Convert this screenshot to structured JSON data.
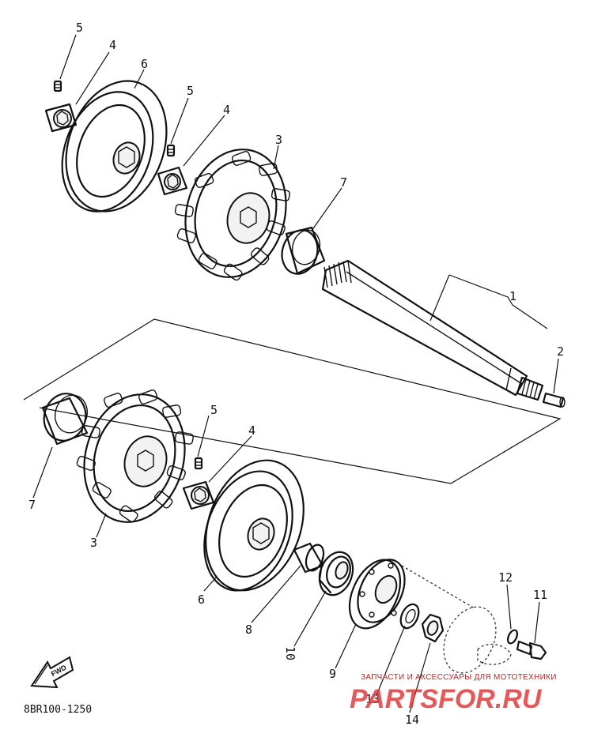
{
  "callouts": [
    {
      "id": "c-5a",
      "text": "5"
    },
    {
      "id": "c-4a",
      "text": "4"
    },
    {
      "id": "c-6a",
      "text": "6"
    },
    {
      "id": "c-5b",
      "text": "5"
    },
    {
      "id": "c-4b",
      "text": "4"
    },
    {
      "id": "c-3a",
      "text": "3"
    },
    {
      "id": "c-7a",
      "text": "7"
    },
    {
      "id": "c-1",
      "text": "1"
    },
    {
      "id": "c-2",
      "text": "2"
    },
    {
      "id": "c-5c",
      "text": "5"
    },
    {
      "id": "c-4c",
      "text": "4"
    },
    {
      "id": "c-7b",
      "text": "7"
    },
    {
      "id": "c-3b",
      "text": "3"
    },
    {
      "id": "c-6b",
      "text": "6"
    },
    {
      "id": "c-8",
      "text": "8"
    },
    {
      "id": "c-10",
      "text": "10"
    },
    {
      "id": "c-9",
      "text": "9"
    },
    {
      "id": "c-12",
      "text": "12"
    },
    {
      "id": "c-11",
      "text": "11"
    },
    {
      "id": "c-13",
      "text": "13"
    },
    {
      "id": "c-14",
      "text": "14"
    }
  ],
  "drawing_code": "8BR100-1250",
  "arrow_label": "FWD",
  "watermark": {
    "tagline": "ЗАПЧАСТИ И АКСЕССУАРЫ ДЛЯ МОТОТЕХНИКИ",
    "brand": "PARTSFOR.RU"
  },
  "colors": {
    "line": "#111111",
    "watermark": "#e23a3a"
  }
}
